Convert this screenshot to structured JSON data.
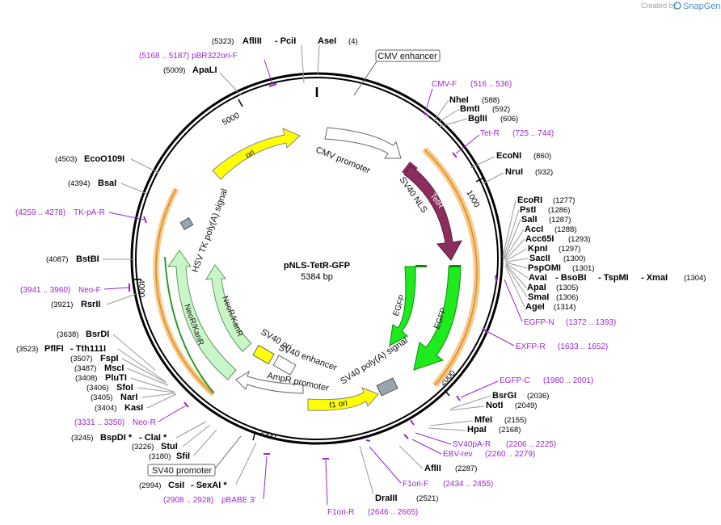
{
  "map": {
    "name": "pNLS-TetR-GFP",
    "length": "5384 bp",
    "credit": "Created by",
    "brand": "SnapGene"
  },
  "ticks": [
    "1000",
    "2000",
    "3000",
    "4000",
    "5000"
  ],
  "features": {
    "cmv_enhancer": "CMV enhancer",
    "cmv_promoter": "CMV promoter",
    "sv40_nls": "SV40 NLS",
    "tetr": "TetR",
    "egfp_1": "EGFP",
    "egfp_2": "EGFP",
    "sv40_polya": "SV40 poly(A) signal",
    "f1_ori": "f1 ori",
    "ampr_promoter": "AmpR promoter",
    "sv40_ori": "SV40 ori",
    "sv40_enhancer": "SV40 enhancer",
    "neokanr_1": "NeoR/KanR",
    "neokanr_2": "NeoR/KanR",
    "hsv_tk": "HSV TK poly(A) signal",
    "ori": "ori",
    "sv40_promoter": "SV40 promoter"
  },
  "sites": {
    "aflIII_pciI_pos": "(5323)",
    "aflIII_pciI_a": "AflIII",
    "aflIII_pciI_b": "- PciI",
    "asei": "AseI",
    "asei_pos": "(4)",
    "apali": "ApaLI",
    "apali_pos": "(5009)",
    "nhei": "NheI",
    "nhei_pos": "(588)",
    "bmti": "BmtI",
    "bmti_pos": "(592)",
    "bglii": "BglII",
    "bglii_pos": "(606)",
    "econi": "EcoNI",
    "econi_pos": "(860)",
    "srui": "NruI",
    "srui_pos": "(932)",
    "ecori": "EcoRI",
    "ecori_pos": "(1277)",
    "psti": "PstI",
    "psti_pos": "(1286)",
    "sali": "SalI",
    "sali_pos": "(1287)",
    "acci": "AccI",
    "acci_pos": "(1288)",
    "acc65i": "Acc65I",
    "acc65i_pos": "(1293)",
    "kpni": "KpnI",
    "kpni_pos": "(1297)",
    "sacii": "SacII",
    "sacii_pos": "(1300)",
    "pspomi": "PspOMI",
    "pspomi_pos": "(1301)",
    "avai_line_a": "AvaI",
    "avai_line_b": "- BsoBI",
    "avai_line_c": "- TspMI",
    "avai_line_d": "- XmaI",
    "avai_pos": "(1304)",
    "apai": "ApaI",
    "apai_pos": "(1305)",
    "smai": "SmaI",
    "smai_pos": "(1306)",
    "agei": "AgeI",
    "agei_pos": "(1314)",
    "bsrgi": "BsrGI",
    "bsrgi_pos": "(2036)",
    "noti": "NotI",
    "noti_pos": "(2049)",
    "mfei": "MfeI",
    "mfei_pos": "(2155)",
    "hpai": "HpaI",
    "hpai_pos": "(2168)",
    "aflii": "AflII",
    "aflii_pos": "(2287)",
    "draiii": "DraIII",
    "draiii_pos": "(2521)",
    "csii_pos": "(2994)",
    "csii_a": "CsiI",
    "csii_b": "- SexAI *",
    "sfii_pos": "(3180)",
    "sfii": "SfiI",
    "stui_pos": "(3226)",
    "stui": "StuI",
    "bspdi_pos": "(3245)",
    "bspdi_a": "BspDI *",
    "bspdi_b": "- ClaI *",
    "kasi_pos": "(3404)",
    "kasi": "KasI",
    "nari_pos": "(3405)",
    "nari": "NarI",
    "sfoi_pos": "(3406)",
    "sfoi": "SfoI",
    "plutI_pos": "(3408)",
    "plutI": "PluTI",
    "msci_pos": "(3487)",
    "msci": "MscI",
    "fspi_pos": "(3507)",
    "fspi": "FspI",
    "pflfi_pos": "(3523)",
    "pflfi_a": "PflFI",
    "pflfi_b": "- Tth111I",
    "bsrdi_pos": "(3638)",
    "bsrdi": "BsrDI",
    "rsrii_pos": "(3921)",
    "rsrii": "RsrII",
    "bstbi_pos": "(4087)",
    "bstbi": "BstBI",
    "bsai_pos": "(4394)",
    "bsai": "BsaI",
    "ecoo109i_pos": "(4503)",
    "ecoo109i": "EcoO109I"
  },
  "primers": {
    "pbr322": "(5168 .. 5187)  pBR322ori-F",
    "cmvf_name": "CMV-F",
    "cmvf_pos": "(516 .. 536)",
    "tetr_name": "Tet-R",
    "tetr_pos": "(725 .. 744)",
    "egfpn_name": "EGFP-N",
    "egfpn_pos": "(1372 .. 1393)",
    "exfpr_name": "EXFP-R",
    "exfpr_pos": "(1633 .. 1652)",
    "egfpc_name": "EGFP-C",
    "egfpc_pos": "(1980 .. 2001)",
    "sv40pa_name": "SV40pA-R",
    "sv40pa_pos": "(2206 .. 2225)",
    "ebv_name": "EBV-rev",
    "ebv_pos": "(2260 .. 2279)",
    "f1orif_name": "F1ori-F",
    "f1orif_pos": "(2434 .. 2455)",
    "f1orir_name": "F1ori-R",
    "f1orir_pos": "(2646 .. 2665)",
    "pbabe_pos": "(2908 .. 2928)",
    "pbabe_name": "pBABE 3'",
    "neor_pos": "(3331 .. 3350)",
    "neor_name": "Neo-R",
    "neof_pos": "(3941 .. 3960)",
    "neof_name": "Neo-F",
    "tkpa_pos": "(4259 .. 4278)",
    "tkpa_name": "TK-pA-R"
  },
  "colors": {
    "backbone": "#000000",
    "tetr": "#8b2d5e",
    "egfp": "#1eea1e",
    "ori": "#ffff00",
    "neo": "#c9f5c9",
    "promoter": "#ffffff",
    "orange": "#f1a43a",
    "primer": "#9b26d0"
  }
}
